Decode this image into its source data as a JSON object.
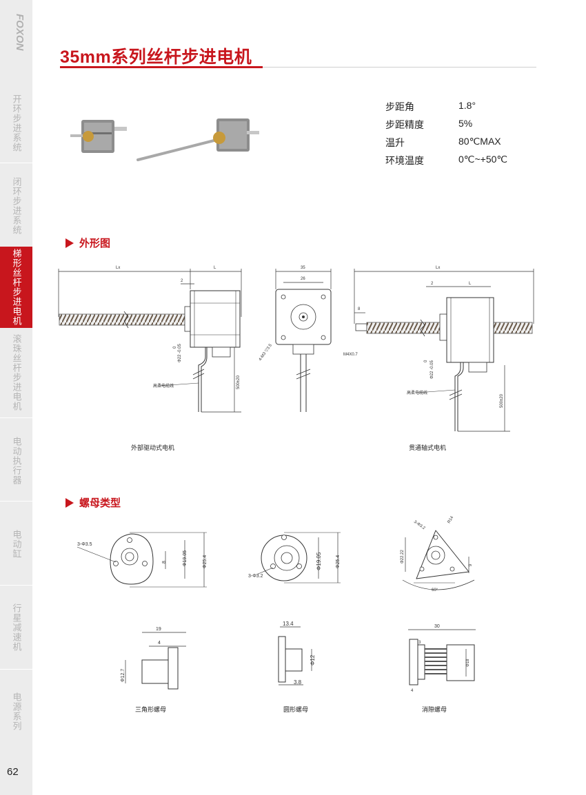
{
  "brand": {
    "logo_text": "FOXON",
    "accent_color": "#c8161d"
  },
  "sidebar": {
    "items": [
      {
        "label": "开环步进系统",
        "active": false
      },
      {
        "label": "闭环步进系统",
        "active": false
      },
      {
        "label": "梯形丝杆步进电机",
        "active": true
      },
      {
        "label": "滚珠丝杆步进电机",
        "active": false
      },
      {
        "label": "电动执行器",
        "active": false
      },
      {
        "label": "电动缸",
        "active": false
      },
      {
        "label": "行星减速机",
        "active": false
      },
      {
        "label": "电源系列",
        "active": false
      }
    ],
    "page_number": "62"
  },
  "title": "35mm系列丝杆步进电机",
  "specs": [
    {
      "label": "步距角",
      "value": "1.8°"
    },
    {
      "label": "步距精度",
      "value": "5%"
    },
    {
      "label": "温升",
      "value": "80℃MAX"
    },
    {
      "label": "环境温度",
      "value": "0℃~+50℃"
    }
  ],
  "sections": {
    "outline": "外形图",
    "nut_types": "螺母类型"
  },
  "outline": {
    "captions": {
      "external": "外部驱动式电机",
      "through": "贯通轴式电机"
    },
    "cable_label": "高柔电缆线",
    "dims": {
      "lx": "Lx",
      "l": "L",
      "two": "2",
      "width35": "35",
      "width26": "26",
      "m3": "4-M3 ▽3.5",
      "dia22": "Φ22 -0.05",
      "dia22_top": "0",
      "len500": "500±20",
      "m4": "M4X0.7",
      "eight": "8"
    }
  },
  "nuts": {
    "captions": {
      "triangle": "三角形螺母",
      "round": "圆形螺母",
      "anti_backlash": "消隙螺母"
    },
    "dims": {
      "holes35": "3-Φ3.5",
      "d1905": "Φ19.05",
      "d254": "Φ25.4",
      "eight": "8",
      "holes32": "3-Φ3.2",
      "r14": "R14",
      "d2222": "Φ22.22",
      "nine": "9",
      "deg60": "60°",
      "nineteen": "19",
      "four": "4",
      "d127": "Φ12.7",
      "w134": "13.4",
      "d12": "Φ12",
      "t38": "3.8",
      "thirty": "30",
      "three": "3",
      "d18": "Φ18"
    }
  }
}
